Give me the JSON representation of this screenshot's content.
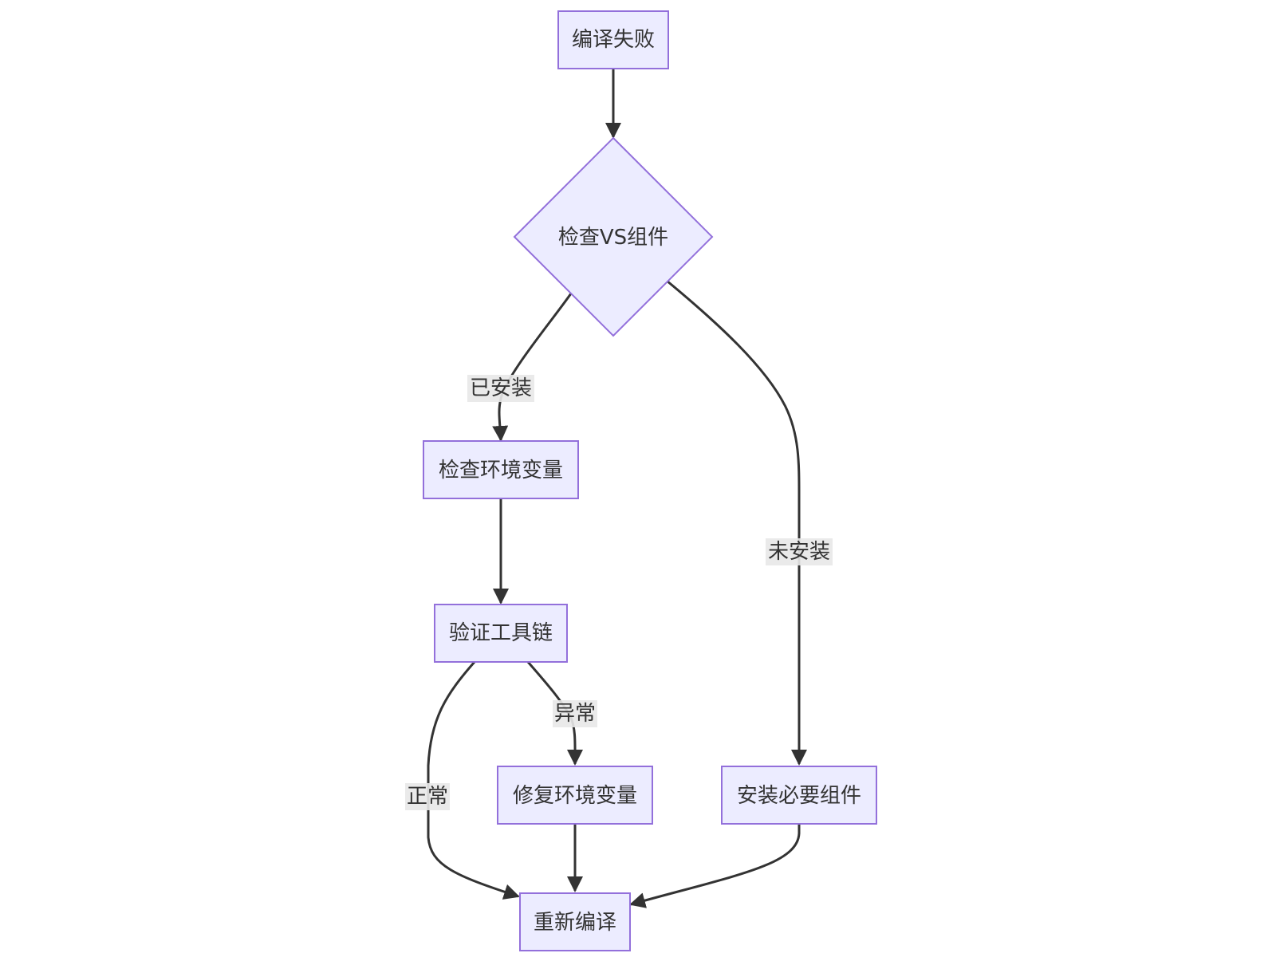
{
  "colors": {
    "node_fill": "#ECECFF",
    "node_stroke": "#9370DB",
    "edge": "#333333",
    "edge_label_bg": "#E8E8E8",
    "text": "#333333"
  },
  "nodes": {
    "compile_failed": {
      "label": "编译失败",
      "shape": "rect"
    },
    "check_vs": {
      "label": "检查VS组件",
      "shape": "diamond"
    },
    "check_env": {
      "label": "检查环境变量",
      "shape": "rect"
    },
    "verify_toolchain": {
      "label": "验证工具链",
      "shape": "rect"
    },
    "fix_env": {
      "label": "修复环境变量",
      "shape": "rect"
    },
    "install_components": {
      "label": "安装必要组件",
      "shape": "rect"
    },
    "recompile": {
      "label": "重新编译",
      "shape": "rect"
    }
  },
  "edges": {
    "compile_failed_to_check_vs": {
      "from": "编译失败",
      "to": "检查VS组件",
      "label": ""
    },
    "check_vs_to_check_env": {
      "from": "检查VS组件",
      "to": "检查环境变量",
      "label": "已安装"
    },
    "check_vs_to_install": {
      "from": "检查VS组件",
      "to": "安装必要组件",
      "label": "未安装"
    },
    "check_env_to_verify": {
      "from": "检查环境变量",
      "to": "验证工具链",
      "label": ""
    },
    "verify_to_recompile": {
      "from": "验证工具链",
      "to": "重新编译",
      "label": "正常"
    },
    "verify_to_fix": {
      "from": "验证工具链",
      "to": "修复环境变量",
      "label": "异常"
    },
    "fix_to_recompile": {
      "from": "修复环境变量",
      "to": "重新编译",
      "label": ""
    },
    "install_to_recompile": {
      "from": "安装必要组件",
      "to": "重新编译",
      "label": ""
    }
  }
}
